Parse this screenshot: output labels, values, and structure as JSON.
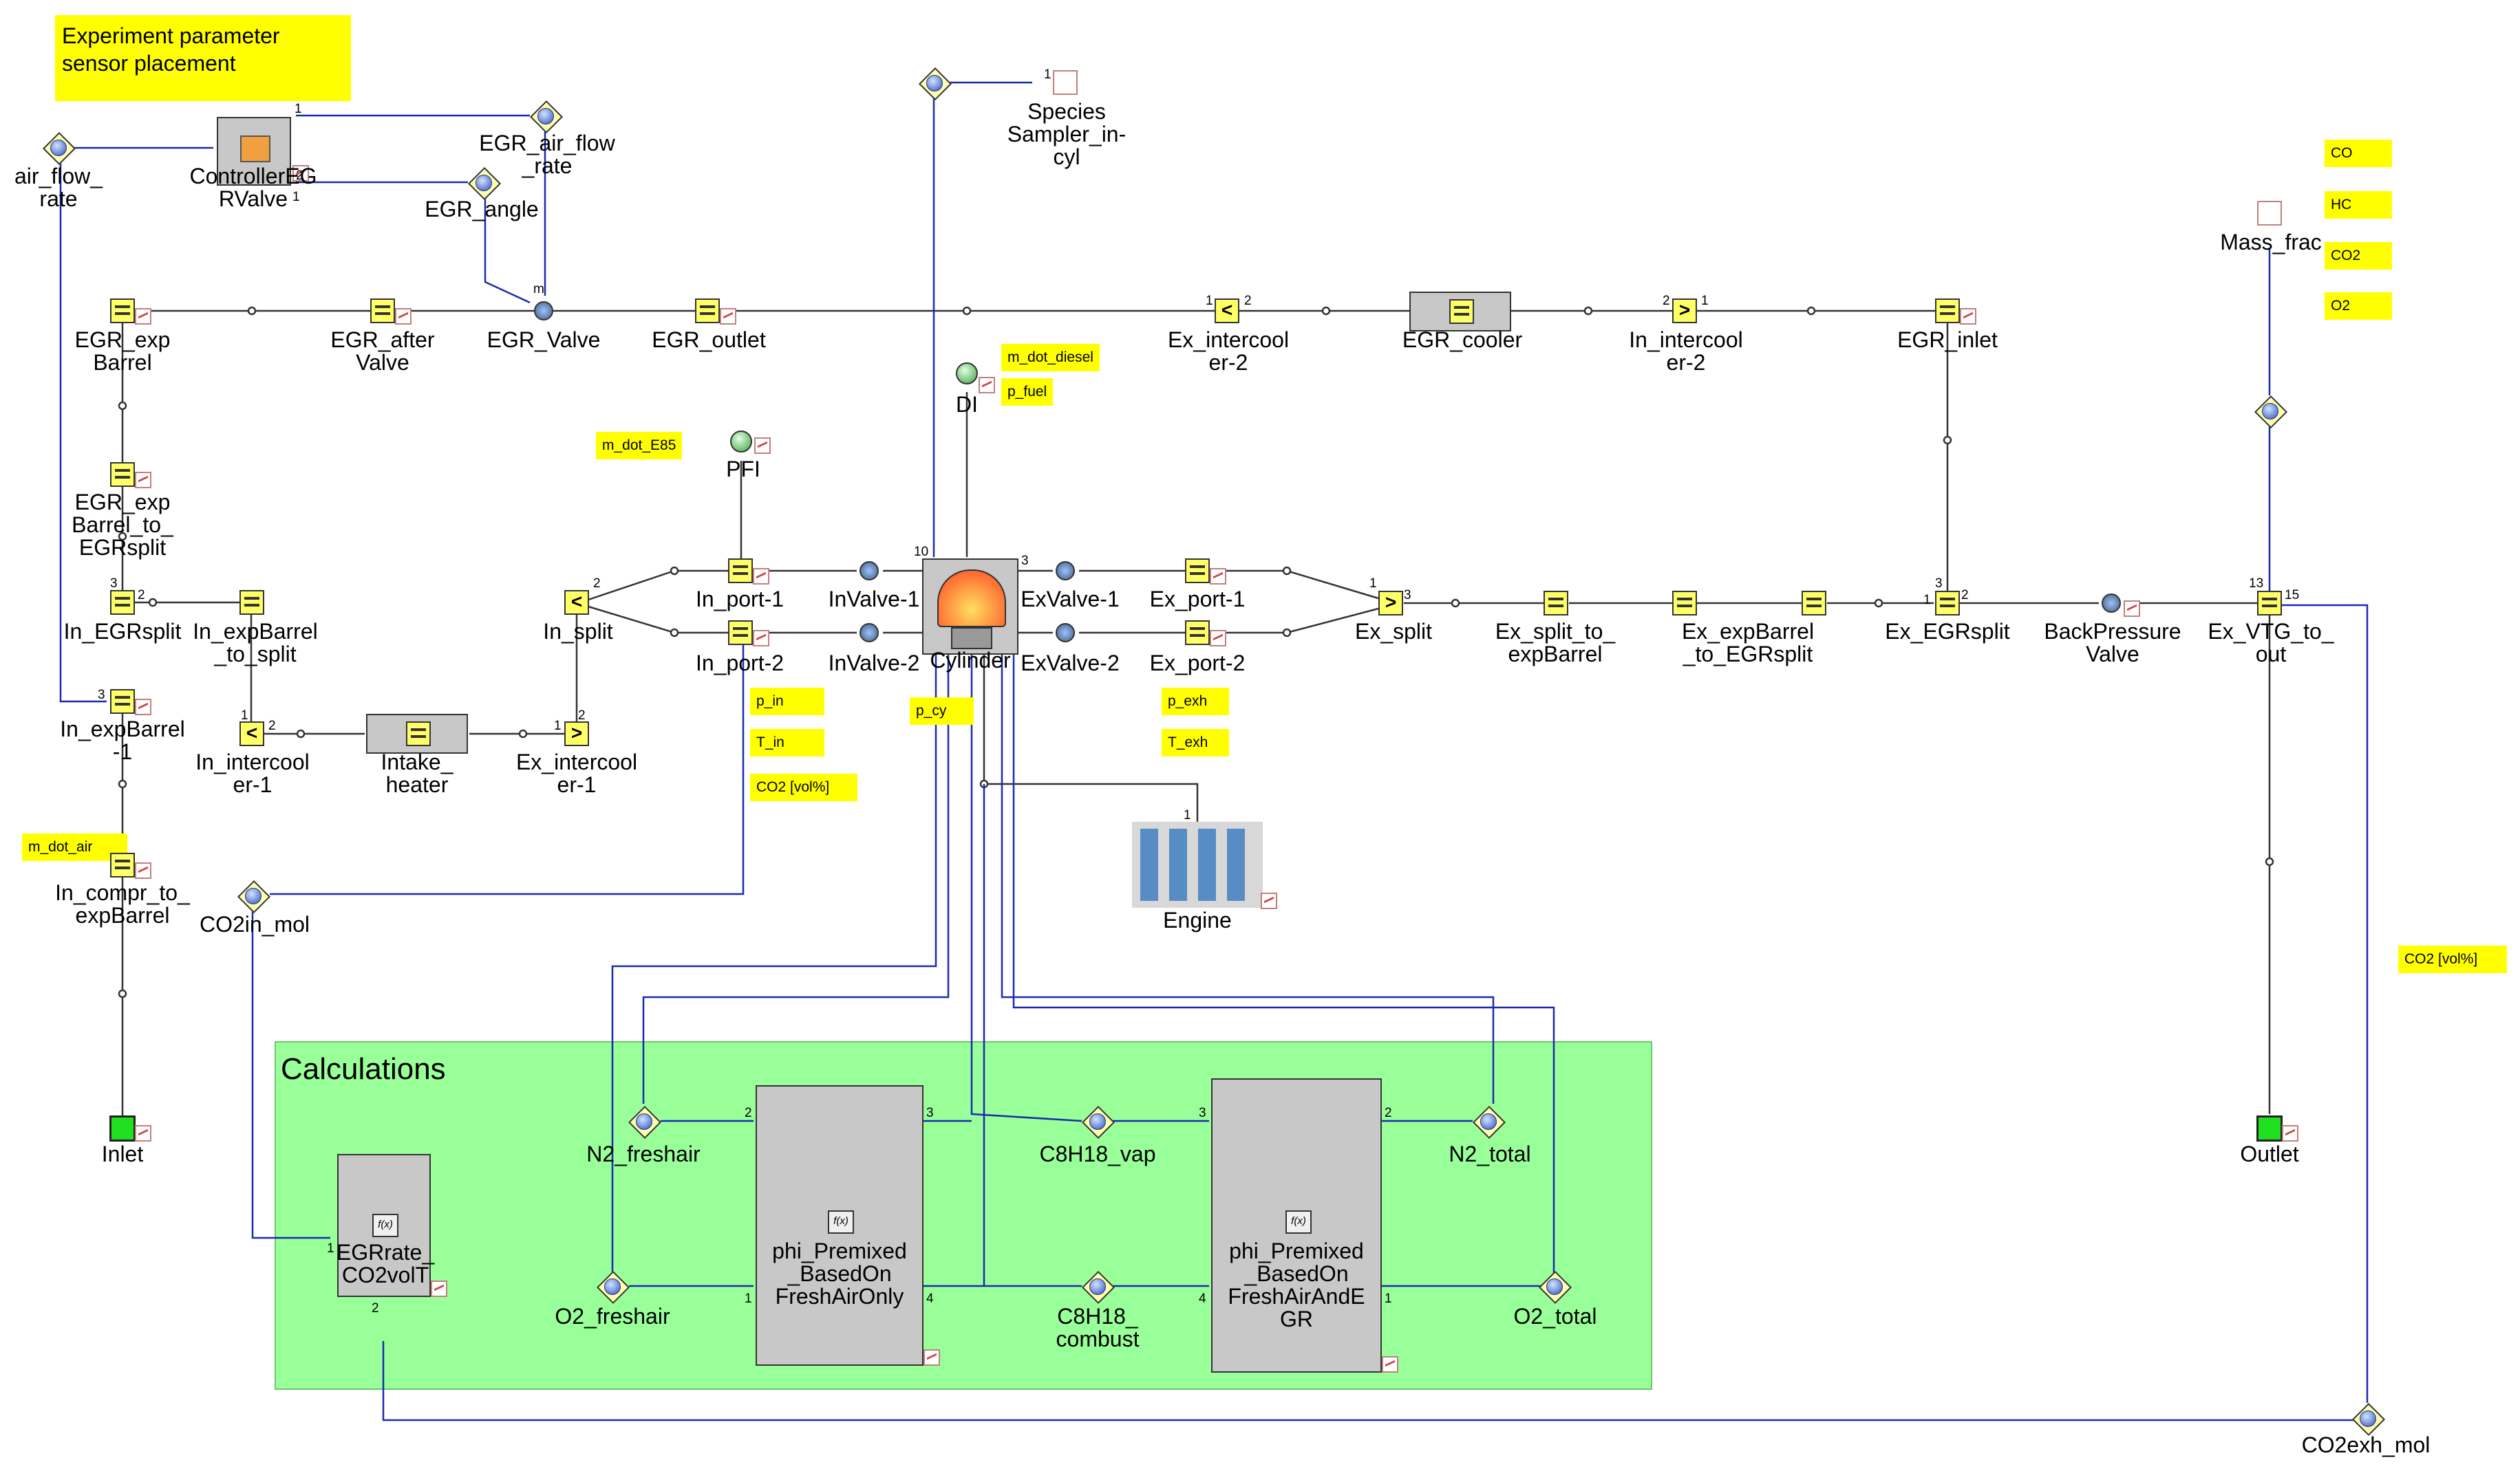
{
  "notes": {
    "experiment": "Experiment parameter\nsensor placement",
    "m_dot_E85": "m_dot_E85",
    "m_dot_diesel": "m_dot_diesel",
    "p_fuel": "p_fuel",
    "p_in": "p_in",
    "T_in": "T_in",
    "co2_vol_in": "CO2 [vol%]",
    "p_cy": "p_cy",
    "p_exh": "p_exh",
    "T_exh": "T_exh",
    "m_dot_air": "m_dot_air",
    "co": "CO",
    "hc": "HC",
    "co2": "CO2",
    "o2": "O2",
    "co2_vol_out": "CO2 [vol%]"
  },
  "calc_title": "Calculations",
  "labels": {
    "air_flow_rate": "air_flow_\nrate",
    "controller": "ControllerEG\nRValve",
    "egr_air_flow_rate": "EGR_air_flow\n_rate",
    "egr_angle": "EGR_angle",
    "species_sampler": "Species\nSampler_in-\ncyl",
    "egr_exp_barrel": "EGR_exp\nBarrel",
    "egr_after_valve": "EGR_after\nValve",
    "egr_valve": "EGR_Valve",
    "egr_outlet": "EGR_outlet",
    "ex_intercooler_2": "Ex_intercool\ner-2",
    "egr_cooler": "EGR_cooler",
    "in_intercooler_2": "In_intercool\ner-2",
    "egr_inlet": "EGR_inlet",
    "mass_frac": "Mass_frac",
    "di": "DI",
    "pfi": "PFI",
    "egr_exp_barrel_to_egrsplit": "EGR_exp\nBarrel_to_\nEGRsplit",
    "in_egrsplit": "In_EGRsplit",
    "in_expbarrel_to_split": "In_expBarrel\n_to_split",
    "in_split": "In_split",
    "in_port_1": "In_port-1",
    "in_port_2": "In_port-2",
    "invalve_1": "InValve-1",
    "invalve_2": "InValve-2",
    "cylinder": "Cylinder",
    "exvalve_1": "ExValve-1",
    "exvalve_2": "ExValve-2",
    "ex_port_1": "Ex_port-1",
    "ex_port_2": "Ex_port-2",
    "ex_split": "Ex_split",
    "ex_split_to_expbarrel": "Ex_split_to_\nexpBarrel",
    "ex_expbarrel_to_egrsplit": "Ex_expBarrel\n_to_EGRsplit",
    "ex_egrsplit": "Ex_EGRsplit",
    "backpressure_valve": "BackPressure\nValve",
    "ex_vtg_to_out": "Ex_VTG_to_\nout",
    "in_expbarrel_1": "In_expBarrel\n-1",
    "in_intercooler_1": "In_intercool\ner-1",
    "intake_heater": "Intake_\nheater",
    "ex_intercooler_1": "Ex_intercool\ner-1",
    "engine": "Engine",
    "in_compr_to_expbarrel": "In_compr_to_\nexpBarrel",
    "co2in_mol": "CO2in_mol",
    "inlet": "Inlet",
    "outlet": "Outlet",
    "n2_freshair": "N2_freshair",
    "o2_freshair": "O2_freshair",
    "egrrate_co2vol": "EGRrate_\nCO2volT",
    "phi_fresh": "phi_Premixed\n_BasedOn\nFreshAirOnly",
    "c8h18_vap": "C8H18_vap",
    "c8h18_combust": "C8H18_\ncombust",
    "phi_egr": "phi_Premixed\n_BasedOn\nFreshAirAndE\nGR",
    "n2_total": "N2_total",
    "o2_total": "O2_total",
    "co2exh_mol": "CO2exh_mol",
    "fx": "f(x)"
  },
  "ports": {
    "p1": "1",
    "p2": "2",
    "p3": "3",
    "p4": "4",
    "p10": "10",
    "p13": "13",
    "p15": "15",
    "pm": "m"
  },
  "colors": {
    "pipe_line": "#333333",
    "signal_line": "#1a2ab0",
    "note_bg": "#ffff00",
    "calc_bg": "#99ff99",
    "block_bg": "#c8c8c8",
    "boundary": "#20e020"
  }
}
